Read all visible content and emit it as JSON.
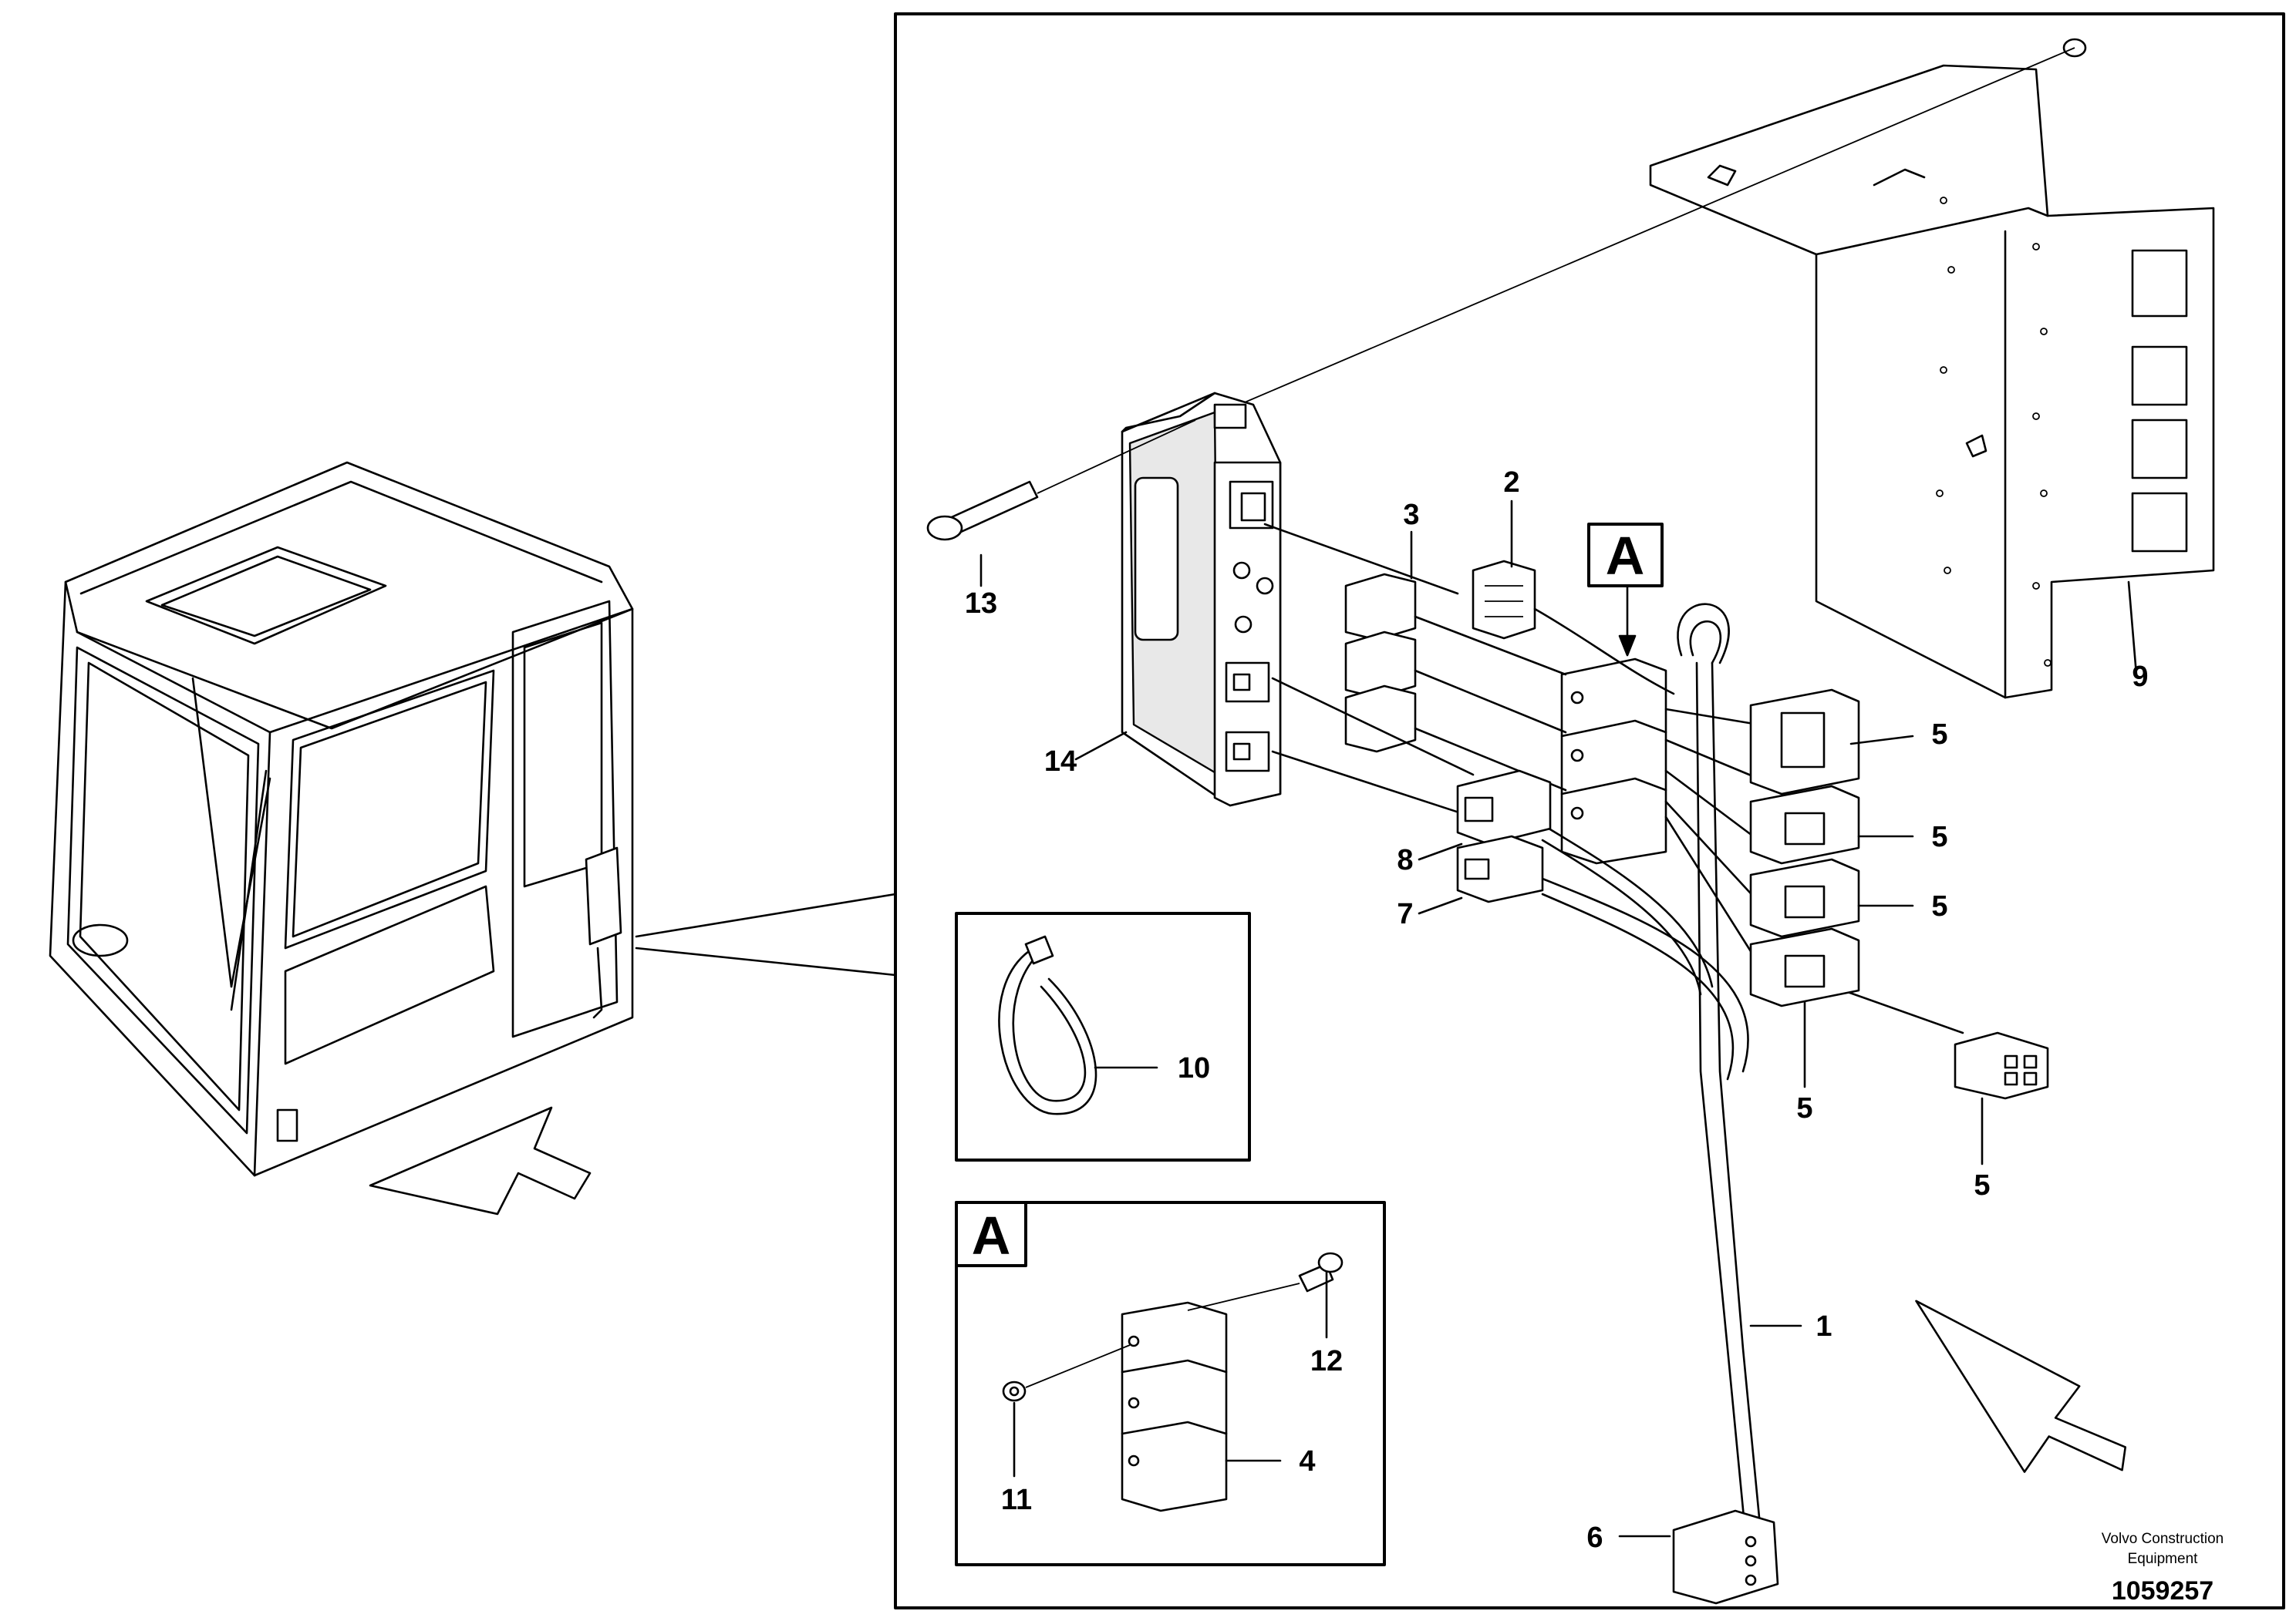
{
  "callouts": {
    "c1": "1",
    "c2": "2",
    "c3": "3",
    "c4": "4",
    "c5a": "5",
    "c5b": "5",
    "c5c": "5",
    "c5d": "5",
    "c5e": "5",
    "c6": "6",
    "c7": "7",
    "c8": "8",
    "c9": "9",
    "c10": "10",
    "c11": "11",
    "c12": "12",
    "c13": "13",
    "c14": "14"
  },
  "section_marker": "A",
  "detail_marker": "A",
  "brand": {
    "line1": "Volvo Construction",
    "line2": "Equipment"
  },
  "drawing_number": "1059257"
}
